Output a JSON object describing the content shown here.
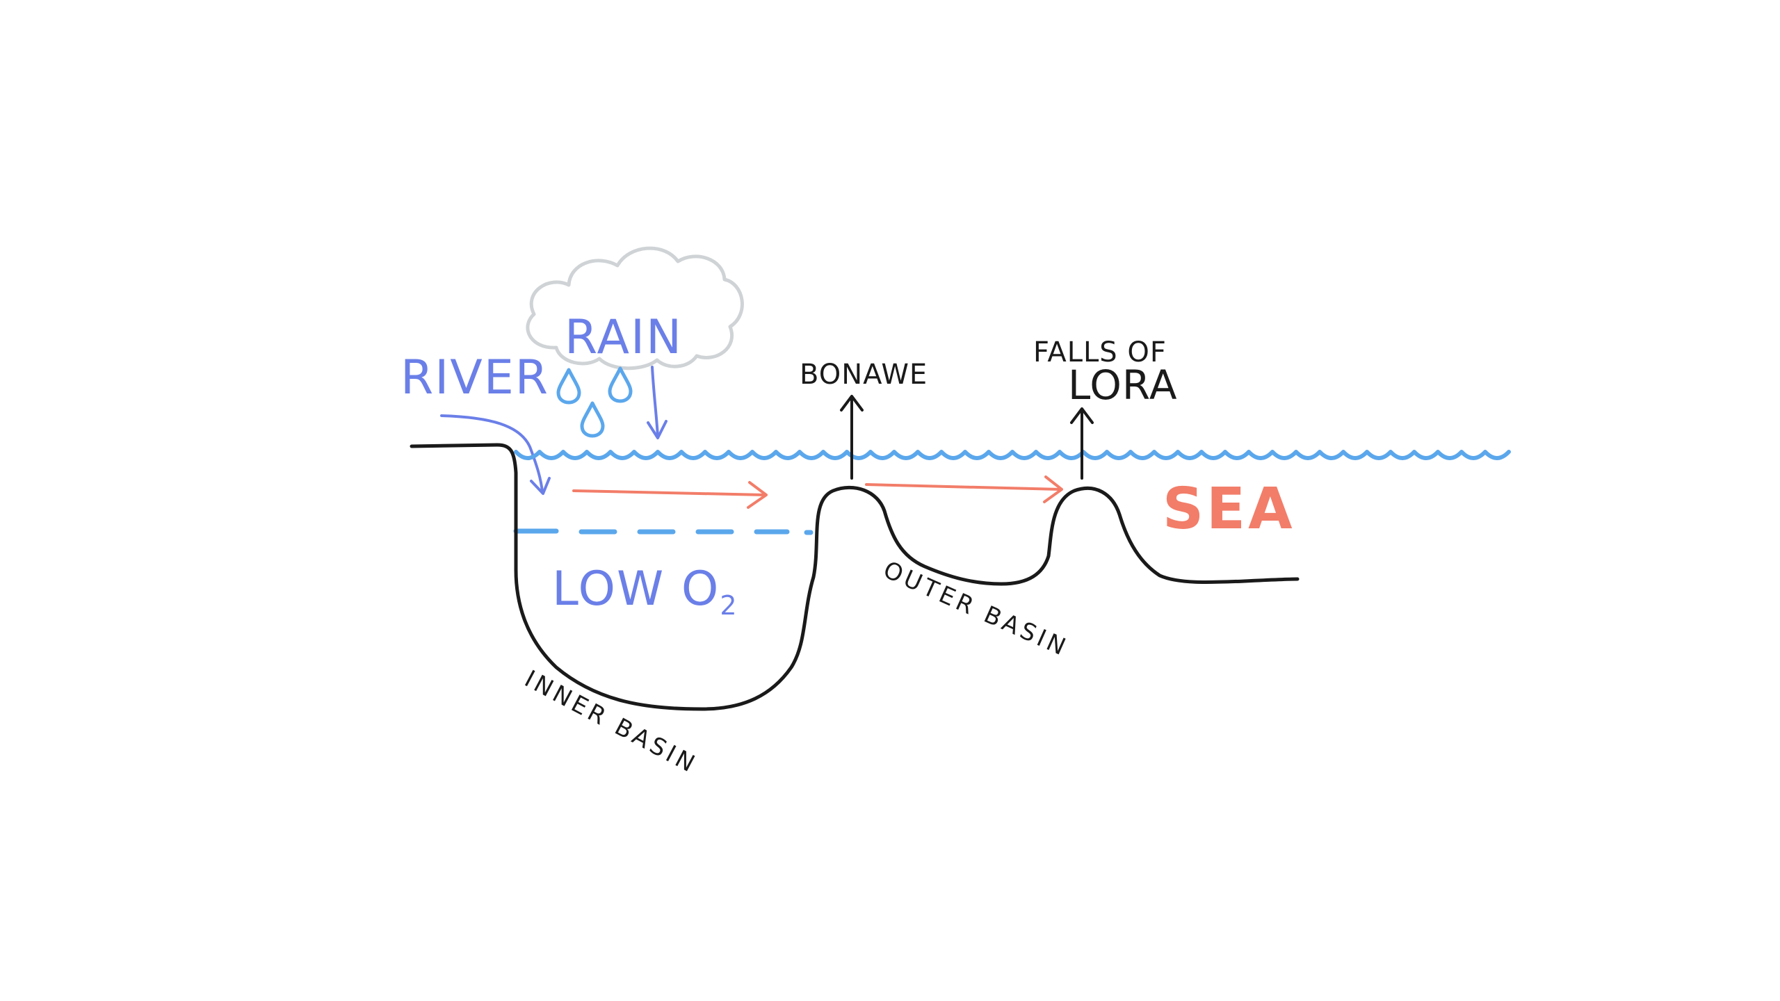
{
  "labels": {
    "river": "RIVER",
    "rain": "RAIN",
    "bonawe": "BONAWE",
    "falls_of": "FALLS OF",
    "lora": "LORA",
    "sea": "SEA",
    "low_o2_prefix": "LOW O",
    "low_o2_subscript": "2",
    "inner_basin": "INNER BASIN",
    "outer_basin": "OUTER BASIN"
  },
  "colors": {
    "outline": "#1a1a1a",
    "water": "#5ba7ec",
    "freshwater": "#6b7fe8",
    "seawater": "#f27d69",
    "cloud": "#cfd3d6"
  }
}
